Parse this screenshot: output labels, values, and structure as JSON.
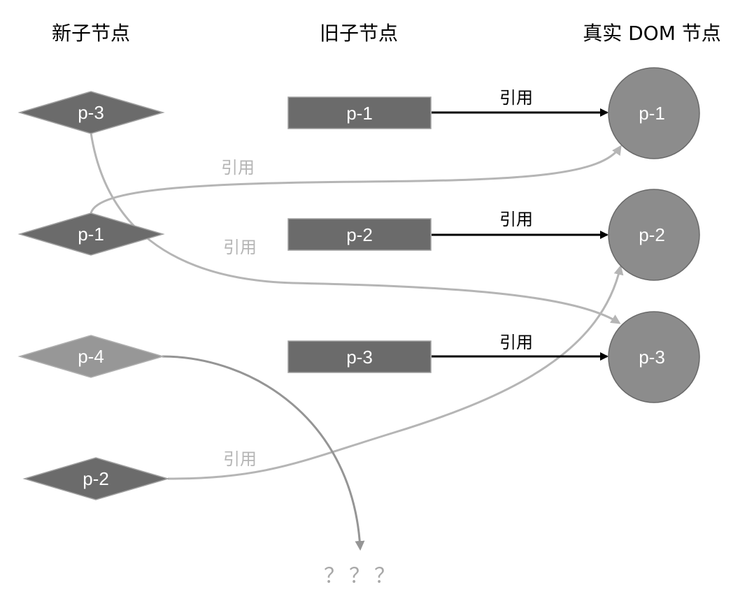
{
  "headers": {
    "new_children": "新子节点",
    "old_children": "旧子节点",
    "real_dom": "真实 DOM 节点"
  },
  "new_nodes": [
    {
      "label": "p-3"
    },
    {
      "label": "p-1"
    },
    {
      "label": "p-4"
    },
    {
      "label": "p-2"
    }
  ],
  "old_nodes": [
    {
      "label": "p-1"
    },
    {
      "label": "p-2"
    },
    {
      "label": "p-3"
    }
  ],
  "dom_nodes": [
    {
      "label": "p-1"
    },
    {
      "label": "p-2"
    },
    {
      "label": "p-3"
    }
  ],
  "edge_label": "引用",
  "unknown": "？？？",
  "colors": {
    "node_dark": "#6b6b6b",
    "node_light": "#979797",
    "dom_circle": "#8c8c8c",
    "edge_old": "#000000",
    "edge_new": "#b5b5b5",
    "edge_p4": "#959595"
  }
}
